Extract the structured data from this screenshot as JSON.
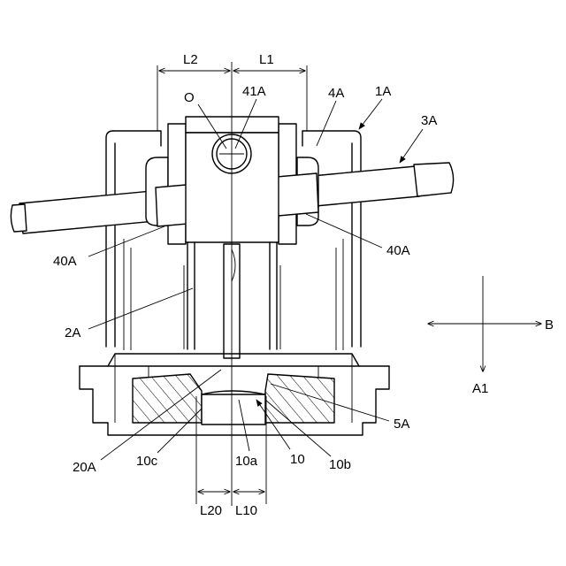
{
  "labels": {
    "L2": "L2",
    "L1": "L1",
    "O": "O",
    "label_41A": "41A",
    "label_4A": "4A",
    "label_1A": "1A",
    "label_3A": "3A",
    "label_40A_left": "40A",
    "label_40A_right": "40A",
    "label_2A": "2A",
    "label_B": "B",
    "label_A1": "A1",
    "label_5A": "5A",
    "label_20A": "20A",
    "label_10c": "10c",
    "label_10a": "10a",
    "label_10": "10",
    "label_10b": "10b",
    "L20": "L20",
    "L10": "L10"
  }
}
